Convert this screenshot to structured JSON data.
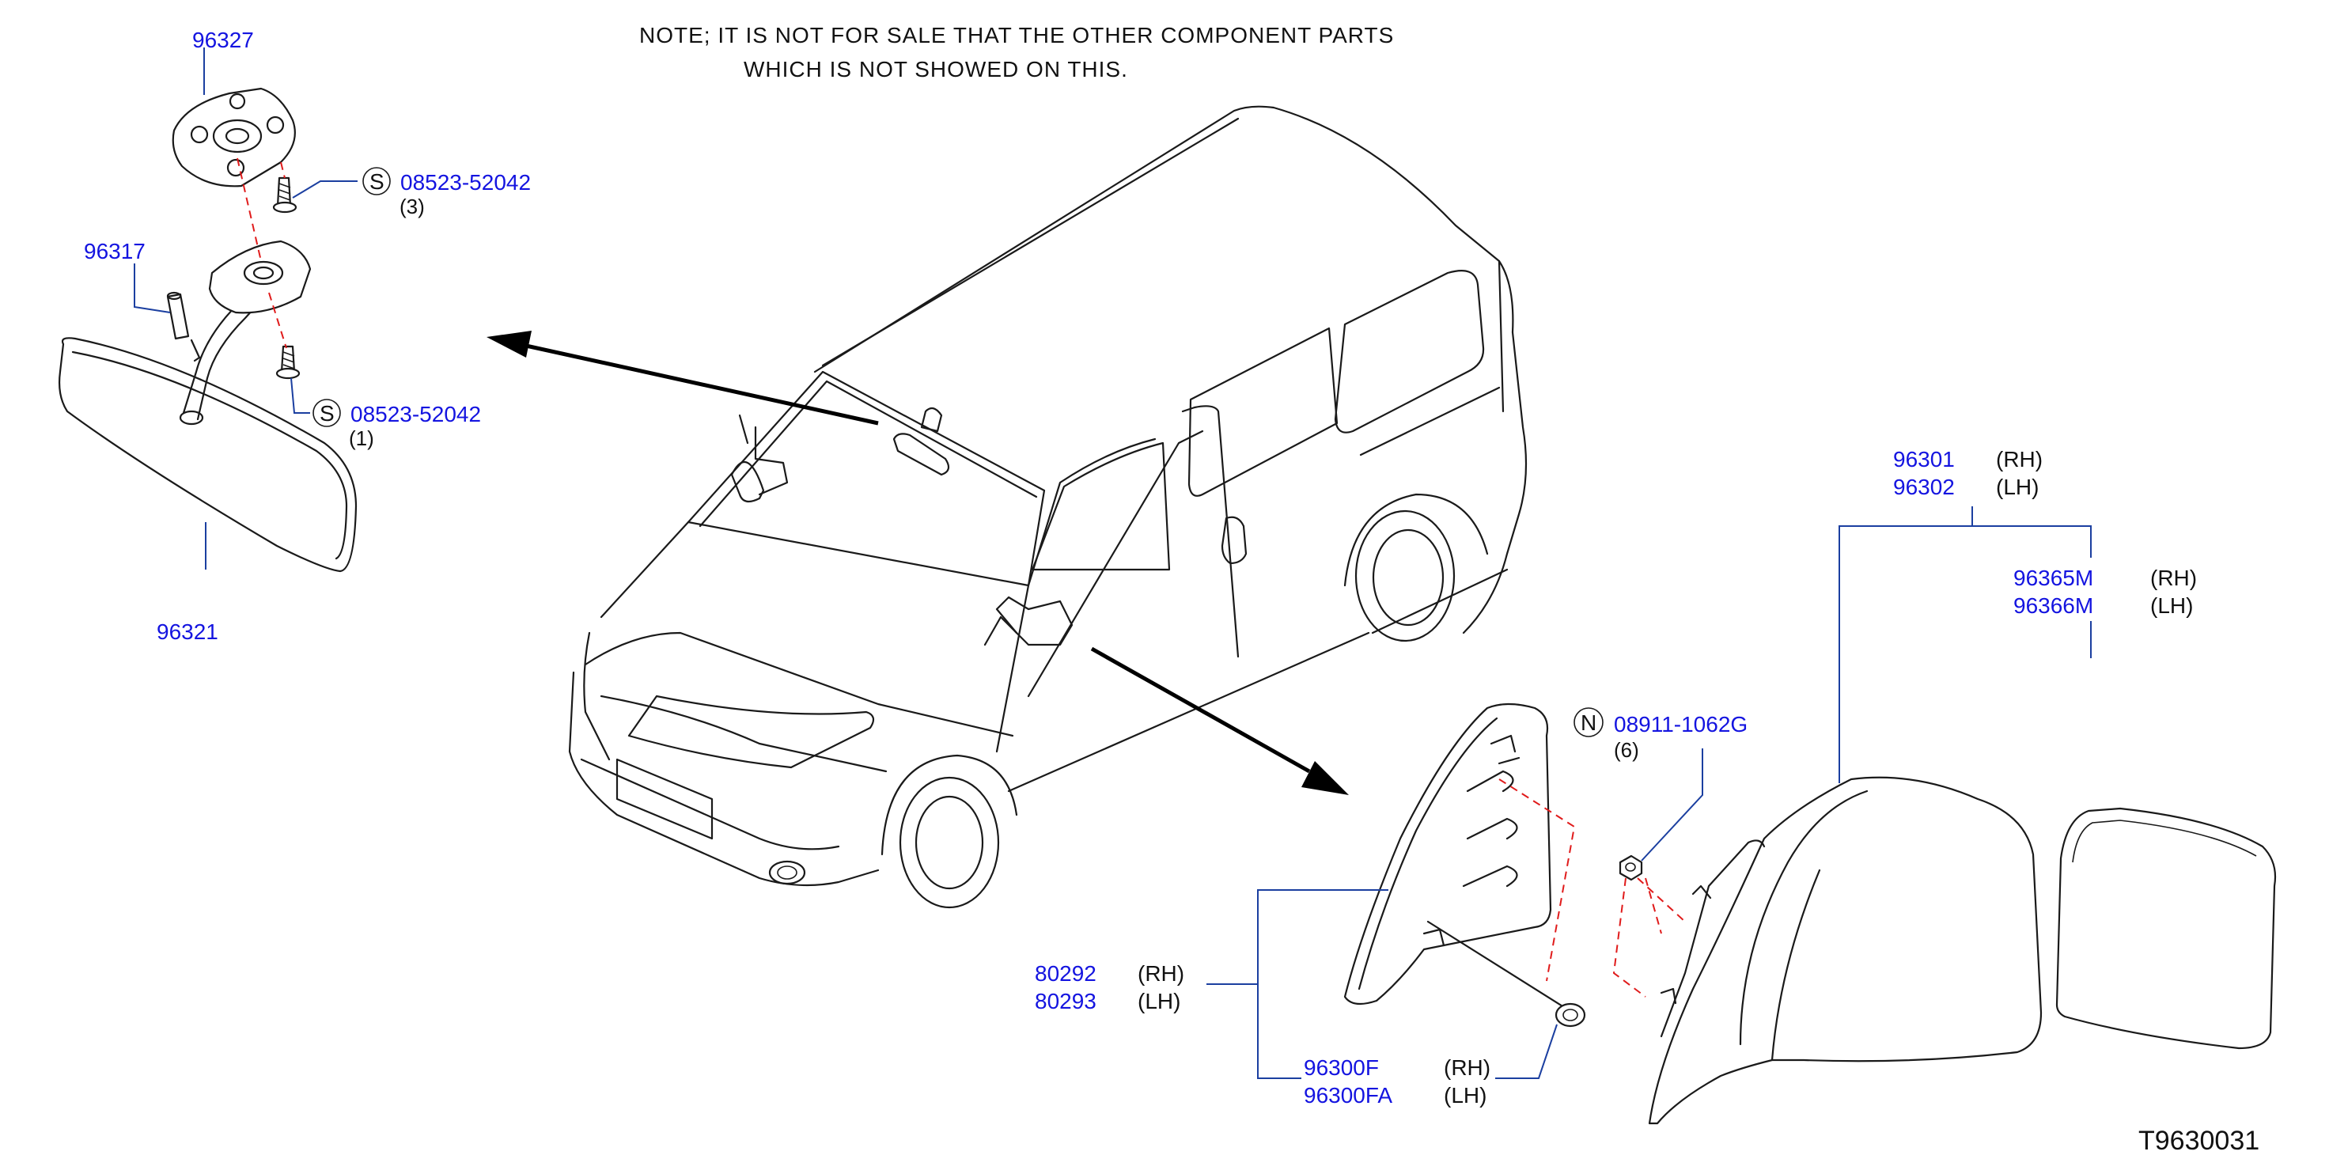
{
  "note": {
    "line1": "NOTE;  IT  IS  NOT  FOR  SALE  THAT  THE  OTHER  COMPONENT  PARTS",
    "line2": "WHICH  IS  NOT  SHOWED  ON  THIS."
  },
  "diagram_code": "T9630031",
  "labels": {
    "p96327": "96327",
    "p96317": "96317",
    "p96321": "96321",
    "screw_top": {
      "symbol": "S",
      "number": "08523-52042",
      "qty": "(3)"
    },
    "screw_bottom": {
      "symbol": "S",
      "number": "08523-52042",
      "qty": "(1)"
    },
    "p96301": {
      "number": "96301",
      "side": "(RH)"
    },
    "p96302": {
      "number": "96302",
      "side": "(LH)"
    },
    "p96365M": {
      "number": "96365M",
      "side": "(RH)"
    },
    "p96366M": {
      "number": "96366M",
      "side": "(LH)"
    },
    "nut": {
      "symbol": "N",
      "number": "08911-1062G",
      "qty": "(6)"
    },
    "p80292": {
      "number": "80292",
      "side": "(RH)"
    },
    "p80293": {
      "number": "80293",
      "side": "(LH)"
    },
    "p96300F": {
      "number": "96300F",
      "side": "(RH)"
    },
    "p96300FA": {
      "number": "96300FA",
      "side": "(LH)"
    }
  },
  "colors": {
    "part_number": "#1414e0",
    "leader_line": "#1b3fa0",
    "phantom_line": "#e01b1b",
    "drawing": "#1a1a1a"
  }
}
